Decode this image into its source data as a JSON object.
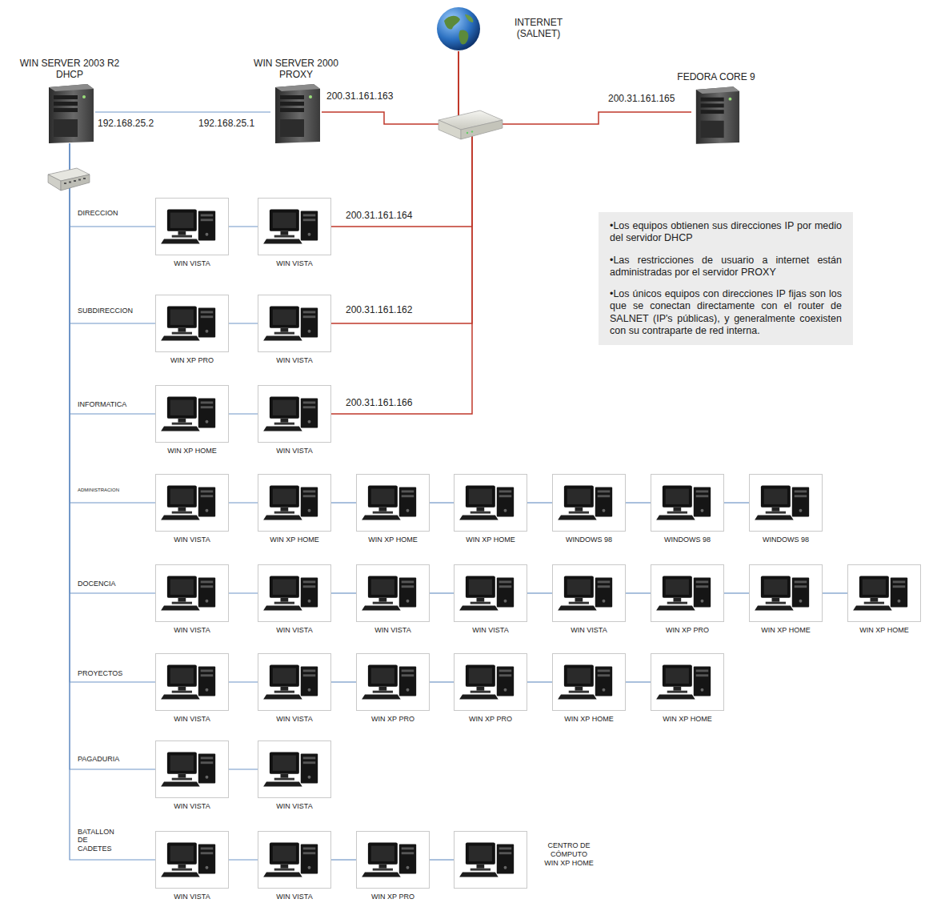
{
  "diagram": {
    "nodes": [
      {
        "text": [
          "WIN SERVER 2003 R2 DHCP"
        ]
      },
      {
        "text": [
          "WIN SERVER 2000 PROXY"
        ]
      },
      {
        "text": [
          "INTERNET (SALNET)"
        ]
      },
      {
        "text": [
          "FEDORA CORE 9"
        ]
      },
      {
        "text": [
          "WIN VISTA"
        ]
      },
      {
        "text": [
          "WIN VISTA"
        ]
      },
      {
        "text": [
          "•Los equipos obtienen sus direcciones IP por medio del servidor DHCP",
          "•Las restricciones de usuario a internet están administradas por el servidor PROXY",
          "•Los únicos equipos con direcciones IP fijas son los que se conectan directamente con el router de SALNET (IP's públicas), y generalmente coexisten con su contraparte de red interna."
        ]
      },
      {
        "text": [
          "WIN XP PRO"
        ]
      },
      {
        "text": [
          "WIN VISTA"
        ]
      },
      {
        "text": [
          "WIN XP HOME"
        ]
      },
      {
        "text": [
          "WIN VISTA"
        ]
      },
      {
        "text": [
          "WIN VISTA"
        ]
      },
      {
        "text": [
          "WIN XP HOME"
        ]
      },
      {
        "text": [
          "WIN XP HOME"
        ]
      },
      {
        "text": [
          "WIN XP HOME"
        ]
      },
      {
        "text": [
          "WINDOWS 98"
        ]
      },
      {
        "text": [
          "WINDOWS 98"
        ]
      },
      {
        "text": [
          "WINDOWS 98"
        ]
      },
      {
        "text": [
          "WIN VISTA"
        ]
      },
      {
        "text": [
          "WIN VISTA"
        ]
      },
      {
        "text": [
          "WIN VISTA"
        ]
      },
      {
        "text": [
          "WIN VISTA"
        ]
      },
      {
        "text": [
          "WIN VISTA"
        ]
      },
      {
        "text": [
          "WIN XP PRO"
        ]
      },
      {
        "text": [
          "WIN XP HOME"
        ]
      },
      {
        "text": [
          "WIN XP HOME"
        ]
      },
      {
        "text": [
          "WIN VISTA"
        ]
      },
      {
        "text": [
          "WIN VISTA"
        ]
      },
      {
        "text": [
          "WIN XP PRO"
        ]
      },
      {
        "text": [
          "WIN XP PRO"
        ]
      },
      {
        "text": [
          "WIN XP HOME"
        ]
      },
      {
        "text": [
          "WIN XP HOME"
        ]
      },
      {
        "text": [
          "WIN VISTA"
        ]
      },
      {
        "text": [
          "WIN VISTA"
        ]
      },
      {
        "text": [
          "WIN VISTA"
        ]
      },
      {
        "text": [
          "WIN VISTA"
        ]
      },
      {
        "text": [
          "WIN XP PRO"
        ]
      },
      {
        "text": [
          "CENTRO DE CÓMPUTO",
          "WIN XP HOME"
        ]
      }
    ],
    "edges": [
      {
        "from": 0,
        "to": 1,
        "arrow": "none"
      },
      {
        "from": 1,
        "to": 2,
        "label": "200.31.161.163",
        "arrow": "none"
      },
      {
        "from": 3,
        "to": 2,
        "label": "200.31.161.165",
        "arrow": "none"
      },
      {
        "from": 5,
        "to": 2,
        "label": "200.31.161.164",
        "arrow": "none"
      },
      {
        "from": 8,
        "to": 2,
        "label": "200.31.161.162",
        "arrow": "none"
      },
      {
        "from": 10,
        "to": 2,
        "label": "200.31.161.166",
        "arrow": "none"
      },
      {
        "from": 0,
        "to": 4,
        "arrow": "none"
      },
      {
        "from": 0,
        "to": 7,
        "arrow": "none"
      },
      {
        "from": 0,
        "to": 9,
        "arrow": "none"
      },
      {
        "from": 0,
        "to": 11,
        "arrow": "none"
      },
      {
        "from": 0,
        "to": 18,
        "arrow": "none"
      },
      {
        "from": 0,
        "to": 26,
        "arrow": "none"
      },
      {
        "from": 0,
        "to": 32,
        "arrow": "none"
      },
      {
        "from": 0,
        "to": 34,
        "arrow": "none"
      },
      {
        "from": 4,
        "to": 5,
        "arrow": "none"
      },
      {
        "from": 7,
        "to": 8,
        "arrow": "none"
      },
      {
        "from": 9,
        "to": 10,
        "arrow": "none"
      },
      {
        "from": 11,
        "to": 12,
        "arrow": "none"
      },
      {
        "from": 12,
        "to": 13,
        "arrow": "none"
      },
      {
        "from": 13,
        "to": 14,
        "arrow": "none"
      },
      {
        "from": 14,
        "to": 15,
        "arrow": "none"
      },
      {
        "from": 15,
        "to": 16,
        "arrow": "none"
      },
      {
        "from": 16,
        "to": 17,
        "arrow": "none"
      },
      {
        "from": 18,
        "to": 19,
        "arrow": "none"
      },
      {
        "from": 19,
        "to": 20,
        "arrow": "none"
      },
      {
        "from": 20,
        "to": 21,
        "arrow": "none"
      },
      {
        "from": 21,
        "to": 22,
        "arrow": "none"
      },
      {
        "from": 22,
        "to": 23,
        "arrow": "none"
      },
      {
        "from": 23,
        "to": 24,
        "arrow": "none"
      },
      {
        "from": 24,
        "to": 25,
        "arrow": "none"
      },
      {
        "from": 26,
        "to": 27,
        "arrow": "none"
      },
      {
        "from": 27,
        "to": 28,
        "arrow": "none"
      },
      {
        "from": 28,
        "to": 29,
        "arrow": "none"
      },
      {
        "from": 29,
        "to": 30,
        "arrow": "none"
      },
      {
        "from": 30,
        "to": 31,
        "arrow": "none"
      },
      {
        "from": 32,
        "to": 33,
        "arrow": "none"
      },
      {
        "from": 34,
        "to": 35,
        "arrow": "none"
      },
      {
        "from": 35,
        "to": 36,
        "arrow": "none"
      },
      {
        "from": 36,
        "to": 37,
        "arrow": "none"
      }
    ],
    "labels": [
      "192.168.25.2",
      "192.168.25.1",
      "DIRECCION",
      "SUBDIRECCION",
      "INFORMATICA",
      "ADMINISTRACION",
      "DOCENCIA",
      "PROYECTOS",
      "PAGADURIA",
      "BATALLON DE CADETES"
    ]
  }
}
